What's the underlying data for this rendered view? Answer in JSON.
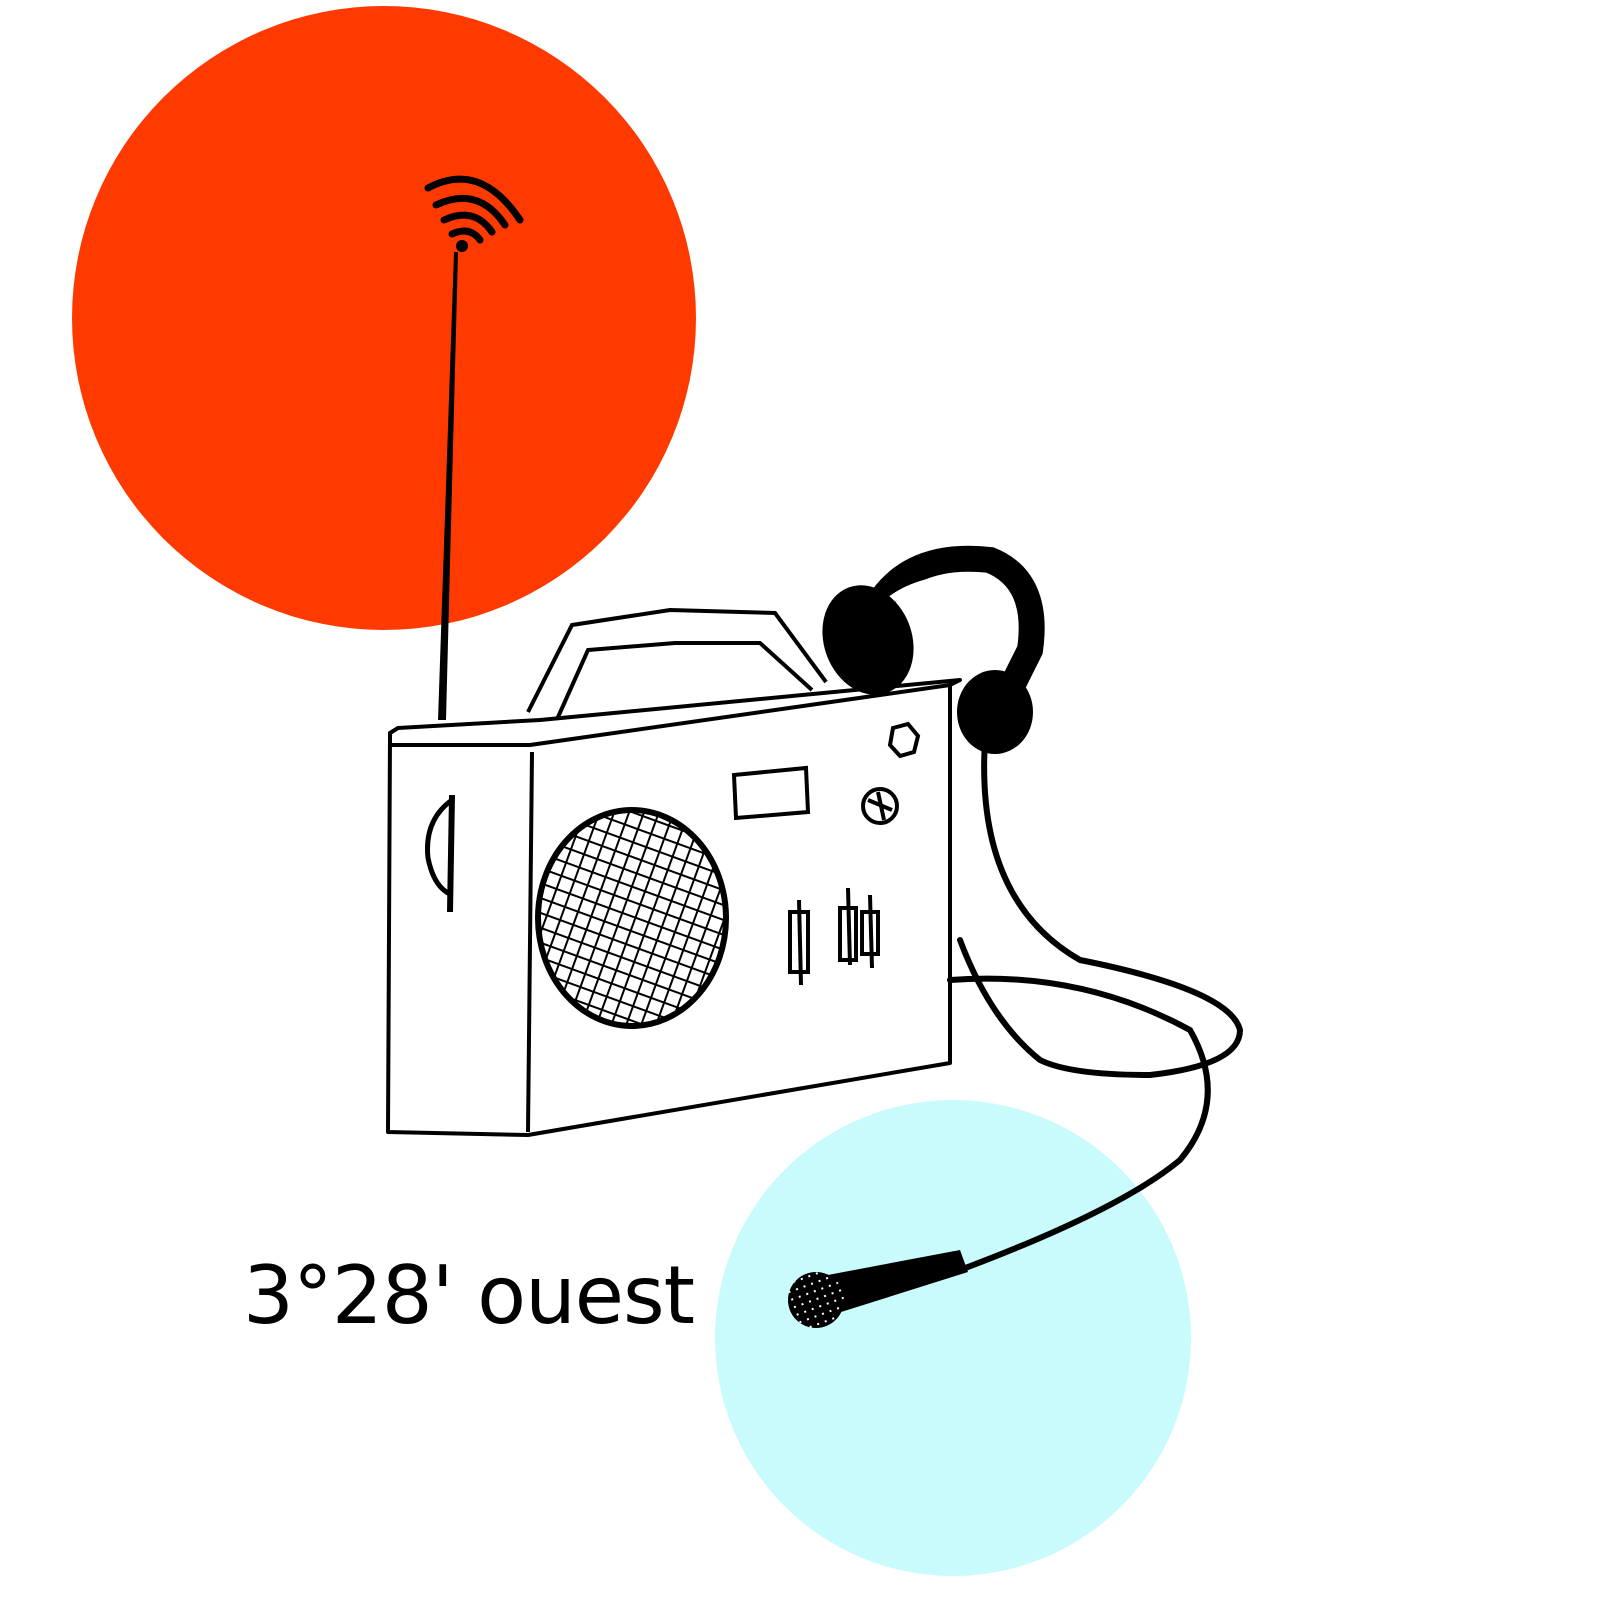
{
  "illustration": {
    "caption": "3°28' ouest",
    "subject": "radio",
    "elements": [
      "radio-body",
      "antenna",
      "signal-waves",
      "speaker-grille",
      "display-window",
      "knobs",
      "sliders",
      "handle",
      "headphones",
      "cable",
      "microphone"
    ]
  },
  "colors": {
    "red_circle": "#ff3a00",
    "cyan_circle": "#c9fbfc",
    "ink": "#000000",
    "background": "#ffffff"
  }
}
